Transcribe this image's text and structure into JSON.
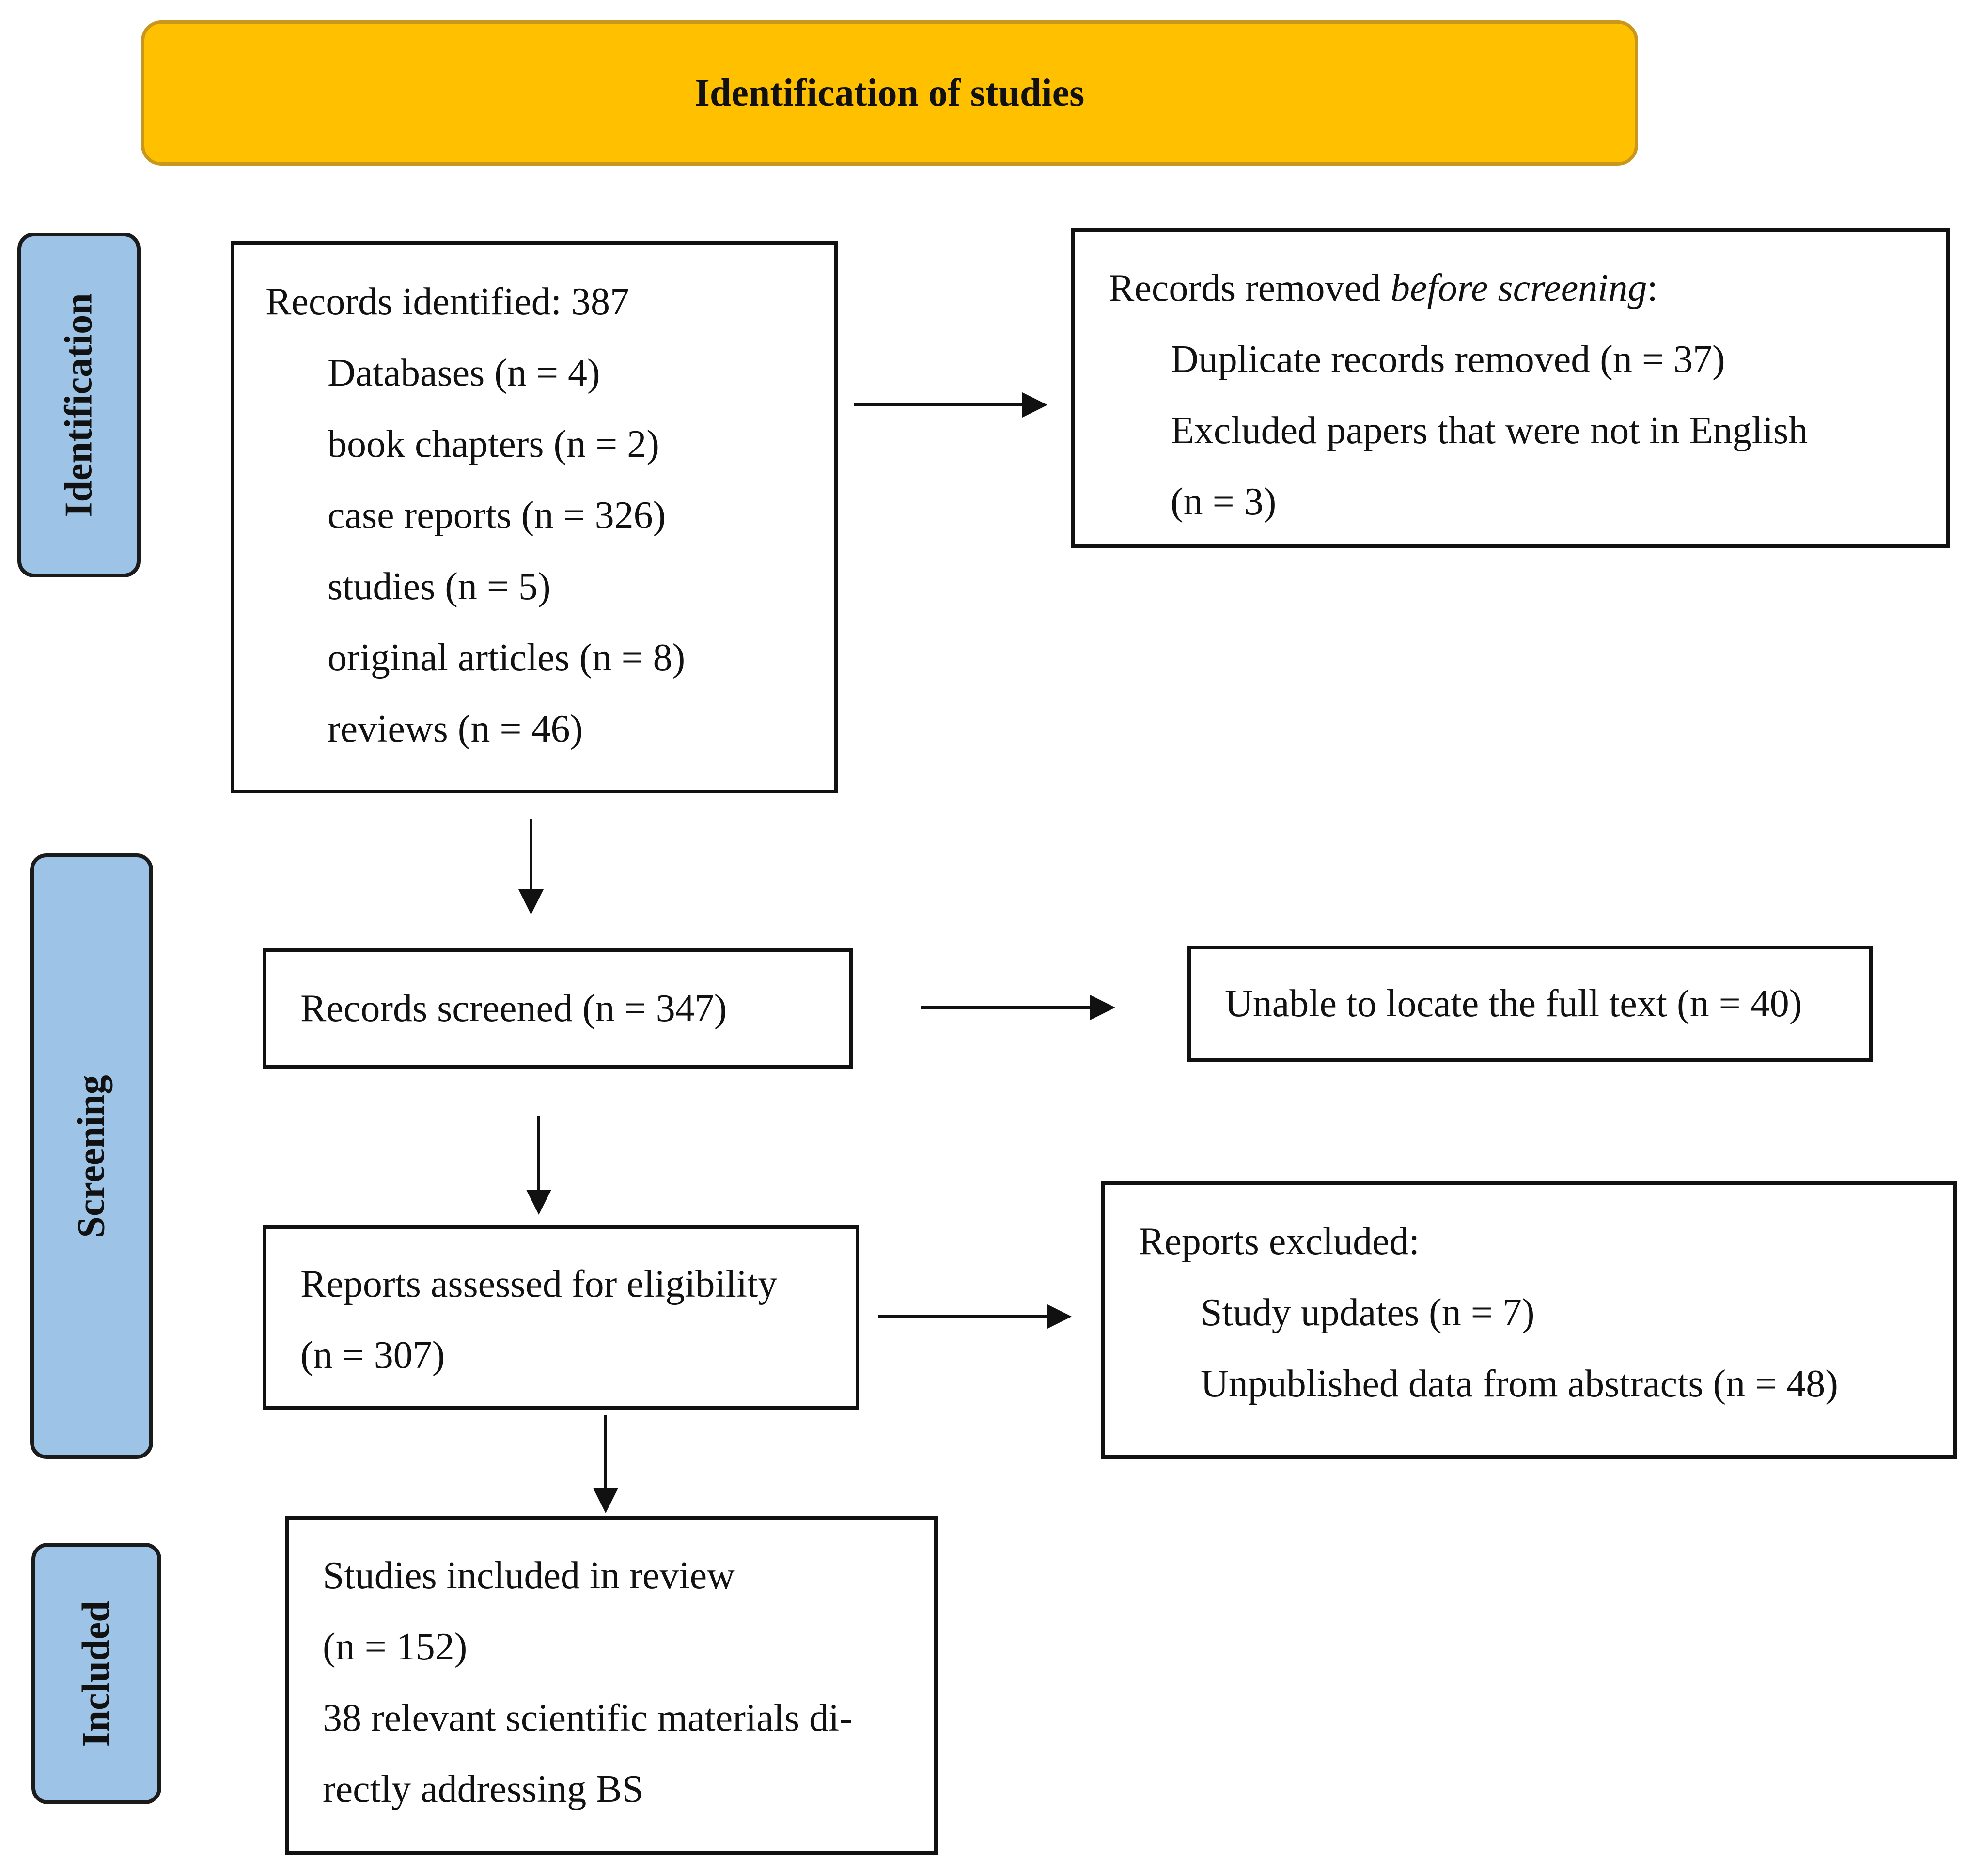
{
  "header": {
    "title": "Identification of studies"
  },
  "stages": {
    "identification": "Identification",
    "screening": "Screening",
    "included": "Included"
  },
  "identified": {
    "title": "Records identified: 387",
    "items": [
      "Databases (n = 4)",
      "book chapters (n = 2)",
      "case reports (n = 326)",
      "studies (n = 5)",
      "original articles (n = 8)",
      "reviews (n = 46)"
    ]
  },
  "removed": {
    "title_prefix": "Records removed ",
    "title_italic": "before screening",
    "title_suffix": ":",
    "items": [
      "Duplicate records removed (n = 37)",
      "Excluded papers that were not in English",
      "(n = 3)"
    ]
  },
  "screened": {
    "text": "Records screened (n = 347)"
  },
  "not_located": {
    "text": "Unable to locate the full text (n = 40)"
  },
  "assessed": {
    "line1": "Reports assessed for eligibility",
    "line2": "(n = 307)"
  },
  "excluded": {
    "title": "Reports excluded:",
    "items": [
      "Study updates (n = 7)",
      "Unpublished data from abstracts (n = 48)"
    ]
  },
  "included": {
    "lines": [
      "Studies included in review",
      "(n = 152)",
      "38 relevant scientific materials di-",
      "rectly addressing BS"
    ]
  }
}
